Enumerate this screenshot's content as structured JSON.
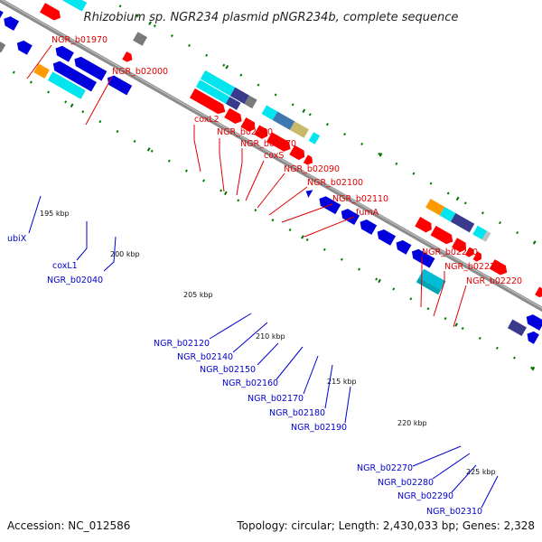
{
  "title": "Rhizobium sp. NGR234 plasmid pNGR234b, complete sequence",
  "footer": {
    "accession": "Accession: NC_012586",
    "stats": "Topology: circular; Length: 2,430,033 bp; Genes: 2,328"
  },
  "kbp_labels": [
    "195 kbp",
    "200 kbp",
    "205 kbp",
    "210 kbp",
    "215 kbp",
    "220 kbp",
    "225 kbp"
  ],
  "forward_labels": [
    "NGR_b01970",
    "NGR_b02000",
    "coxL2",
    "NGR_b02060",
    "NGR_b02070",
    "coxS",
    "NGR_b02090",
    "NGR_b02100",
    "NGR_b02110",
    "fumA",
    "NGR_b02200",
    "NGR_b02210",
    "NGR_b02220"
  ],
  "reverse_labels": [
    "ubiX",
    "coxL1",
    "NGR_b02040",
    "NGR_b02120",
    "NGR_b02140",
    "NGR_b02150",
    "NGR_b02160",
    "NGR_b02170",
    "NGR_b02180",
    "NGR_b02190",
    "NGR_b02270",
    "NGR_b02280",
    "NGR_b02290",
    "NGR_b02310"
  ],
  "colors": {
    "forward_cds": "#ff0000",
    "reverse_cds": "#0000dd",
    "cyan_feature": "#00e5ee",
    "orange_feature": "#ff9900",
    "navy_feature": "#3a3a8c",
    "steel_feature": "#3e78b0",
    "khaki_feature": "#c8b86a",
    "grey_feature": "#7a7a7a",
    "backbone": "#8c8c8c",
    "forward_tick": "#008000"
  }
}
